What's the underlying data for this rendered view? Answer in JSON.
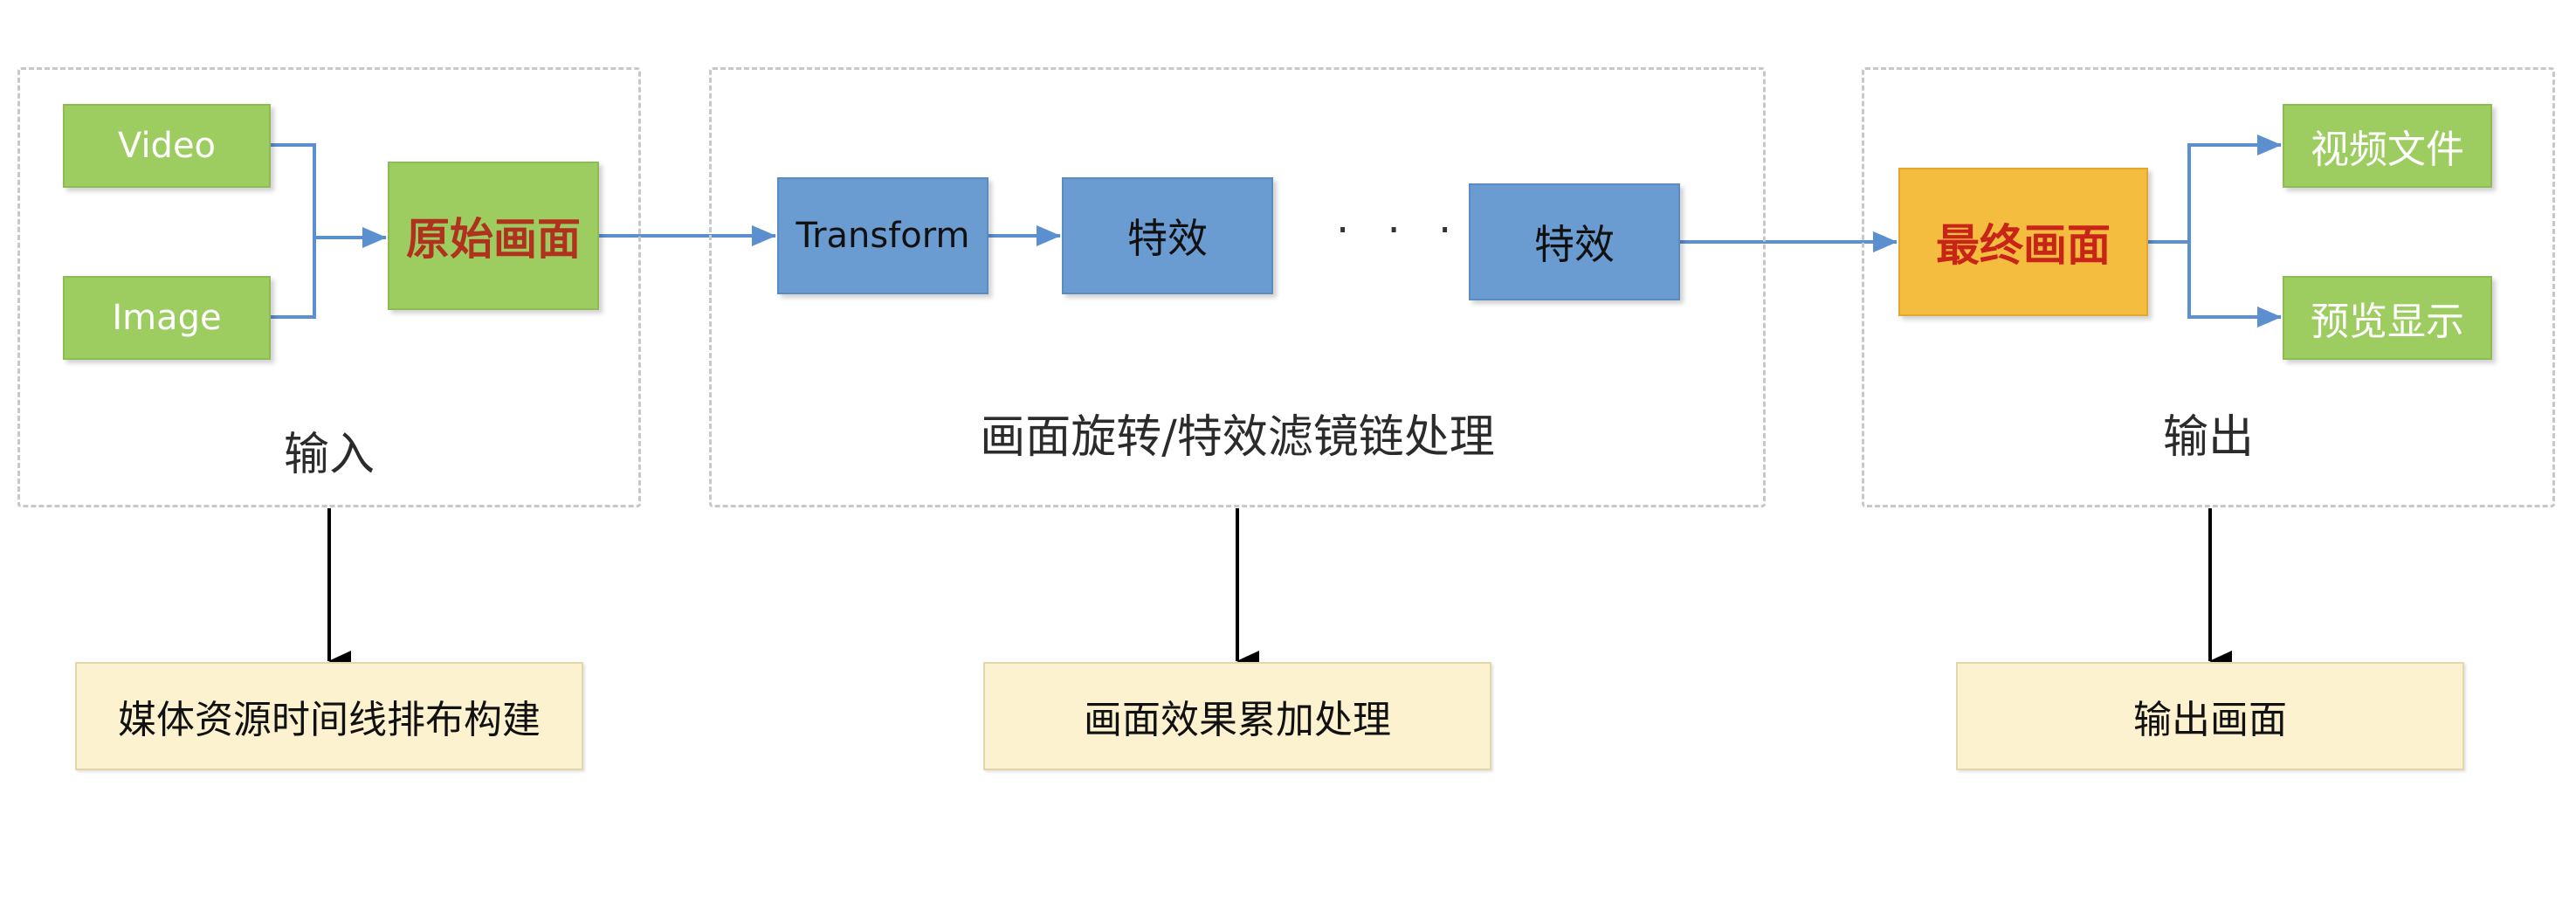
{
  "groups": {
    "input": {
      "label": "输入"
    },
    "process": {
      "label": "画面旋转/特效滤镜链处理"
    },
    "output": {
      "label": "输出"
    }
  },
  "nodes": {
    "video": "Video",
    "image": "Image",
    "source_frame": "原始画面",
    "transform": "Transform",
    "effect1": "特效",
    "ellipsis": "· · ·",
    "effect2": "特效",
    "final_frame": "最终画面",
    "video_file": "视频文件",
    "preview": "预览显示"
  },
  "notes": {
    "input_note": "媒体资源时间线排布构建",
    "process_note": "画面效果累加处理",
    "output_note": "输出画面"
  },
  "colors": {
    "green": "#9dcd61",
    "blue": "#6a9bd1",
    "orange": "#f5bd40",
    "note_bg": "#fdf2cf",
    "arrow_blue": "#5b8fd0",
    "arrow_black": "#000000"
  }
}
